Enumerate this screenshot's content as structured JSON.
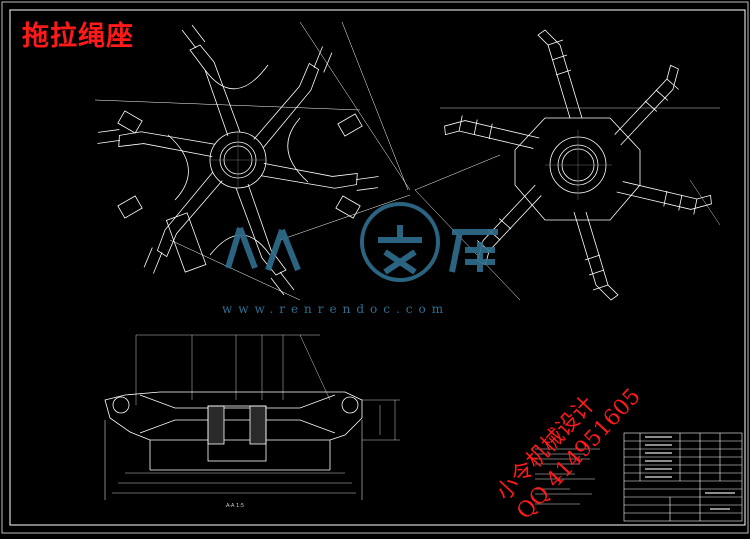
{
  "drawing": {
    "title": "拖拉绳座",
    "watermark_brand": "人人文库",
    "watermark_url": "www.renrendoc.com",
    "designer": "小令机械设计",
    "contact": "QQ 414951605",
    "section_label": "A-A 1:5"
  },
  "colors": {
    "background": "#000000",
    "lines": "#ffffff",
    "title": "#ff1a1a",
    "watermark": "#2f6f8f"
  }
}
